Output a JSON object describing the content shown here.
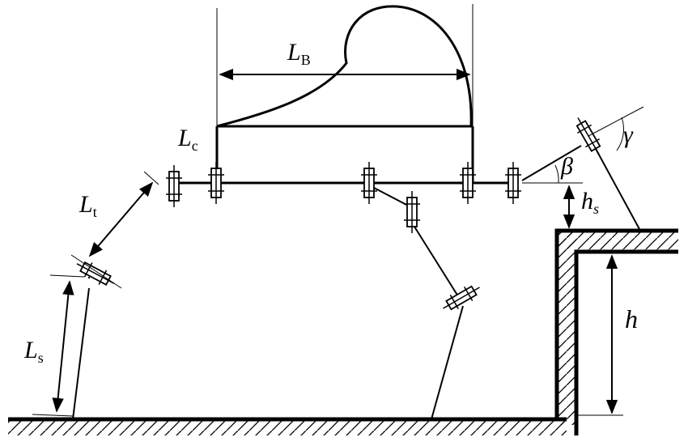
{
  "labels": {
    "LB": {
      "main": "L",
      "sub": "B"
    },
    "Lc": {
      "main": "L",
      "sub": "c"
    },
    "Lt": {
      "main": "L",
      "sub": "t"
    },
    "Ls": {
      "main": "L",
      "sub": "s"
    },
    "hs": {
      "main": "h",
      "sub": "s"
    },
    "h": "h",
    "beta": "β",
    "gamma": "γ"
  }
}
